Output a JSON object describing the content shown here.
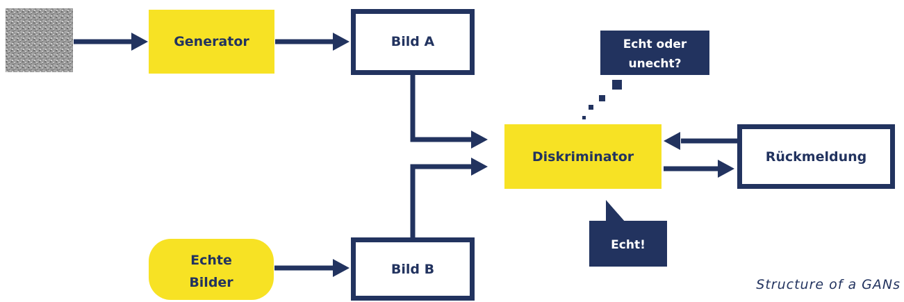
{
  "colors": {
    "navy": "#22335f",
    "yellow": "#f7e224",
    "white": "#ffffff"
  },
  "nodes": {
    "noise_input": {
      "icon": "noise-image-icon"
    },
    "generator": {
      "label": "Generator"
    },
    "image_a": {
      "label": "Bild A"
    },
    "image_b": {
      "label": "Bild B"
    },
    "real_images": {
      "line1": "Echte",
      "line2": "Bilder"
    },
    "discriminator": {
      "label": "Diskriminator"
    },
    "feedback": {
      "label": "Rückmeldung"
    }
  },
  "bubbles": {
    "question": {
      "line1": "Echt oder",
      "line2": "unecht?"
    },
    "answer": {
      "label": "Echt!"
    }
  },
  "caption": "Structure of a GANs"
}
